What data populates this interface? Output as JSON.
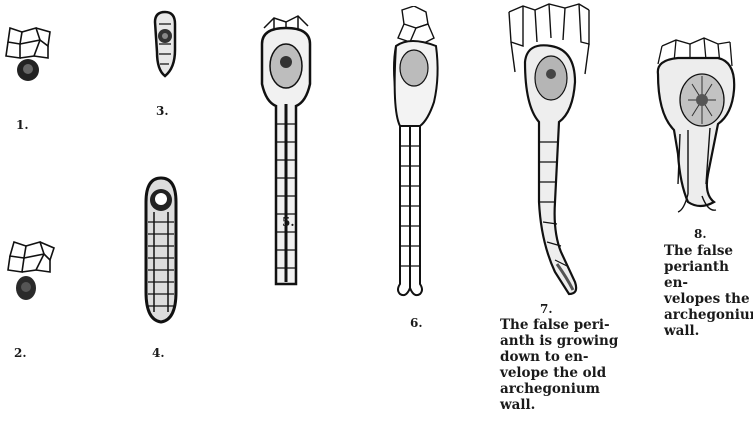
{
  "figures": [
    {
      "number": "1."
    },
    {
      "number": "2."
    },
    {
      "number": "3."
    },
    {
      "number": "4."
    },
    {
      "number": "5."
    },
    {
      "number": "6."
    },
    {
      "number": "7.",
      "caption_lines": [
        "The false peri-",
        "anth is growing",
        "down to en-",
        "velope the old",
        "archegonium",
        "wall."
      ]
    },
    {
      "number": "8.",
      "caption_lines": [
        "The false",
        "perianth en-",
        "velopes the",
        "archegonium",
        "wall."
      ]
    }
  ]
}
